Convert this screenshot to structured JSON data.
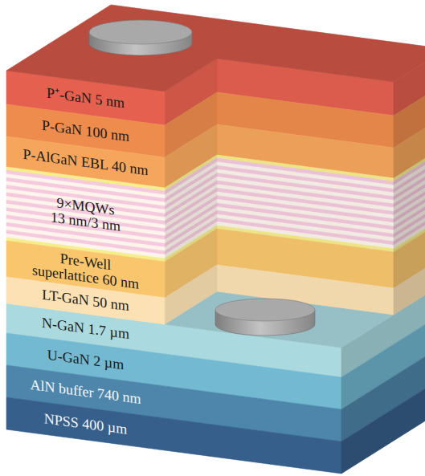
{
  "diagram": {
    "nodes": [
      {
        "text": [
          "P⁺-GaN 5 nm"
        ]
      },
      {
        "text": [
          "P-GaN 100 nm"
        ]
      },
      {
        "text": [
          "P-AlGaN EBL 40 nm"
        ]
      },
      {
        "text": [
          "9×MQWs 13 nm/3 nm"
        ]
      },
      {
        "text": [
          "Pre-Well superlattice 60 nm"
        ]
      },
      {
        "text": [
          "LT-GaN 50 nm"
        ]
      },
      {
        "text": [
          "N-GaN 1.7 µm"
        ]
      },
      {
        "text": [
          "U-GaN 2 µm"
        ]
      },
      {
        "text": [
          "AlN buffer 740 nm"
        ]
      },
      {
        "text": [
          "NPSS 400 µm"
        ]
      }
    ]
  }
}
